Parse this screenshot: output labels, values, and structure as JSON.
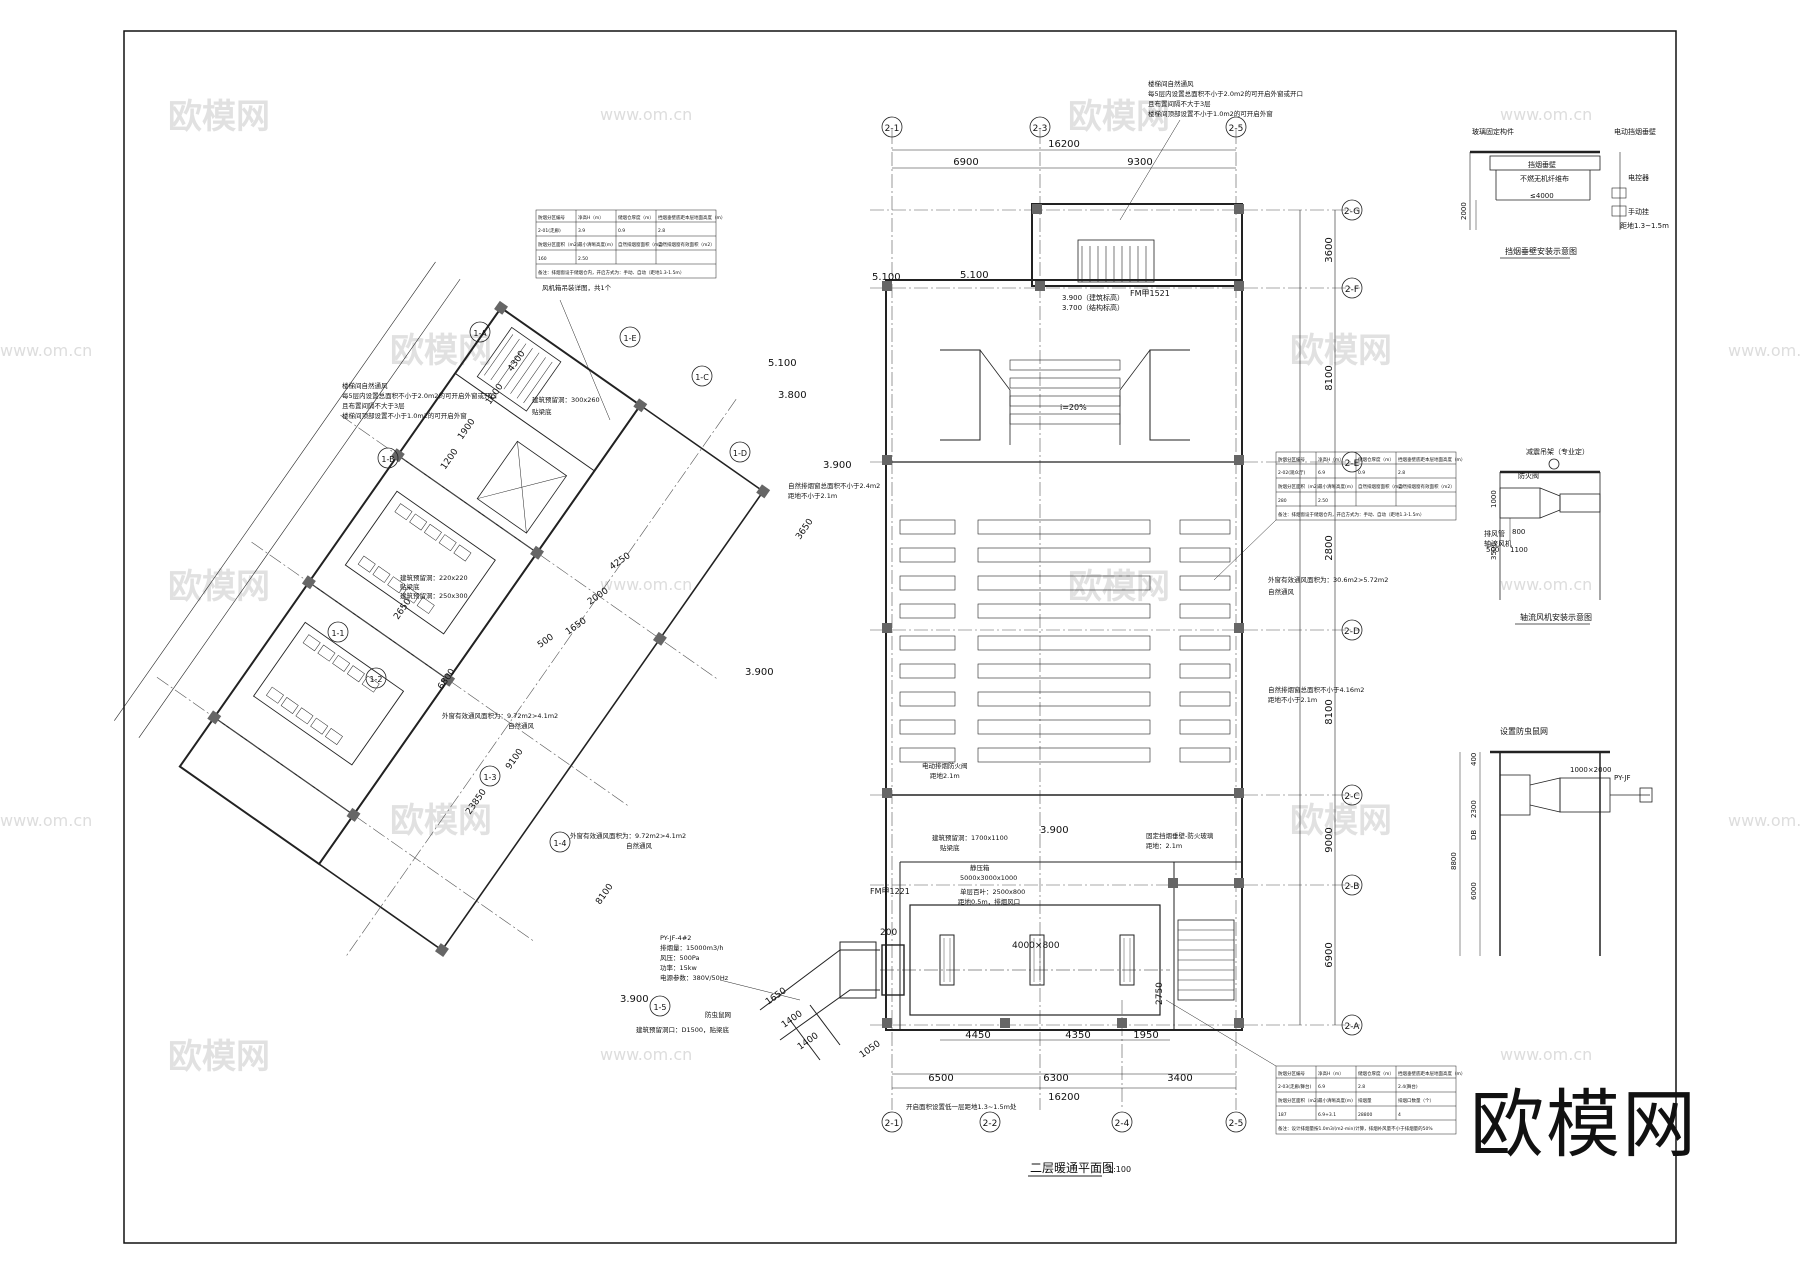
{
  "drawing": {
    "title": "二层暖通平面图",
    "scale": "1:100",
    "watermark_brand": "欧模网",
    "watermark_url": "www.om.cn"
  },
  "grid_top": [
    "2-1",
    "2-3",
    "2-5"
  ],
  "grid_bottom": [
    "2-1",
    "2-2",
    "2-4",
    "2-5"
  ],
  "grid_right": [
    "2-G",
    "2-F",
    "2-E",
    "2-D",
    "2-C",
    "2-B",
    "2-A"
  ],
  "grid_left": [
    "1-A",
    "1-B",
    "1-C",
    "1-D",
    "1-E",
    "1-1",
    "1-2",
    "1-3",
    "1-4",
    "1-5"
  ],
  "dims_top": {
    "overall": "16200",
    "a": "6900",
    "b": "9300"
  },
  "dims_bottom": {
    "overall": "16200",
    "a": "6500",
    "b": "6300",
    "c": "3400"
  },
  "dims_right": [
    "3600",
    "8100",
    "2800",
    "8100",
    "9000",
    "6900"
  ],
  "dims_inner_bottom": [
    "4450",
    "4350",
    "1950"
  ],
  "dims_misc": [
    "2750",
    "4300",
    "1600",
    "1900",
    "1200",
    "2650",
    "6800",
    "9100",
    "23850",
    "8100",
    "4250",
    "2000",
    "1650",
    "3650",
    "1650",
    "1400",
    "1400",
    "1050",
    "500",
    "200",
    "4000×800"
  ],
  "levels": [
    "5.100",
    "5.100",
    "5.100",
    "3.800",
    "3.900",
    "3.900",
    "3.900",
    "3.900"
  ],
  "room_notes": {
    "hall_level": "3.900（建筑标高）",
    "hall_level2": "3.700（结构标高）",
    "door_fm": "FM甲1521",
    "door_fm2": "FM甲1221",
    "slope": "i=20%"
  },
  "callouts": [
    "楼梯间自然通风",
    "每5层内设置总面积不小于2.0m2的可开启外窗或开口",
    "且布置间隔不大于3层",
    "楼梯间顶部设置不小于1.0m2的可开启外窗",
    "风机箱吊装详图，共1个",
    "建筑预留洞：300x260",
    "贴梁底",
    "自然排烟窗总面积不小于2.4m2",
    "距地不小于2.1m",
    "建筑预留洞：220x220",
    "建筑预留洞：250x300",
    "外窗有效通风面积为：9.72m2>4.1m2",
    "自然通风",
    "外窗有效通风面积为：9.72m2>4.1m2",
    "自然通风",
    "电动排烟防火阀",
    "距地2.1m",
    "建筑预留洞：1700x1100",
    "贴梁底",
    "固定挡烟垂壁-防火玻璃",
    "距地：2.1m",
    "静压箱",
    "5000x3000x1000",
    "单层百叶：2500x800",
    "距地0.5m，排烟风口",
    "防虫鼠网",
    "建筑预留洞口：D1500，贴梁底",
    "开启面积设置低一层距地1.3~1.5m处",
    "自然排烟窗总面积不小于4.16m2",
    "外窗有效通风面积为：30.6m2>5.72m2",
    "PY-JF-4#2",
    "排烟量：15000m3/h",
    "风压：500Pa",
    "功率：15kw",
    "电源参数：380V/50Hz"
  ],
  "tables": {
    "t1": {
      "rows": [
        [
          "防烟分区编号",
          "净高H（m）",
          "储烟仓厚度（m）",
          "挡烟垂壁底距本层地面高度（m）"
        ],
        [
          "2-01(走廊)",
          "3.9",
          "0.9",
          "2.8"
        ],
        [
          "防烟分区面积（m2）",
          "最小清晰高度(m)",
          "自然排烟窗面积（m2）",
          "自然排烟窗有效面积（m2）"
        ],
        [
          "160",
          "2.50",
          "",
          ""
        ]
      ],
      "note": "备注：排烟窗设于储烟仓内，开启方式为：手动、自动（距地1.3-1.5m）"
    },
    "t2": {
      "rows": [
        [
          "防烟分区编号",
          "净高H（m）",
          "储烟仓厚度（m）",
          "挡烟垂壁底距本层地面高度（m）"
        ],
        [
          "2-02(观众厅)",
          "6.9",
          "0.9",
          "2.8"
        ],
        [
          "防烟分区面积（m2）",
          "最小清晰高度(m)",
          "自然排烟窗面积（m2）",
          "自然排烟窗有效面积（m2）"
        ],
        [
          "280",
          "2.50",
          "",
          ""
        ]
      ],
      "note": "备注：排烟窗设于储烟仓内，开启方式为：手动、自动（距地1.3-1.5m）"
    },
    "t3": {
      "rows": [
        [
          "防烟分区编号",
          "净高H（m）",
          "储烟仓厚度（m）",
          "挡烟垂壁底距本层地面高度（m）"
        ],
        [
          "2-03(走廊/舞台)",
          "6.9",
          "2.8",
          "2.4(舞台)"
        ],
        [
          "防烟分区面积（m2）",
          "最小清晰高度(m)",
          "排烟量",
          "排烟口数量（个）"
        ],
        [
          "187",
          "6.9+3.1",
          "28800",
          "4"
        ]
      ],
      "note": "备注：设计排烟量按1.0m3/(m2·min)计算，排烟补风量不小于排烟量的50%"
    }
  },
  "detail1": {
    "title": "挡烟垂壁安装示意图",
    "labels": [
      "玻璃固定构件",
      "挡烟垂壁",
      "不燃无机纤维布",
      "电控器",
      "手动挂",
      "距地1.3~1.5m",
      "电动挡烟垂壁"
    ],
    "dims": [
      "≤4000",
      "2000"
    ]
  },
  "detail2": {
    "title": "轴流风机安装示意图",
    "labels": [
      "减震吊架（专业定）",
      "防火阀",
      "排风管",
      "轴流风机"
    ],
    "dims": [
      "800",
      "1100",
      "500",
      "1000",
      "3500"
    ]
  },
  "detail3": {
    "title": "设置防虫鼠网",
    "labels": [
      "1000×2000",
      "PY-JF"
    ],
    "dims": [
      "400",
      "2300",
      "DB",
      "6000",
      "8800"
    ]
  }
}
